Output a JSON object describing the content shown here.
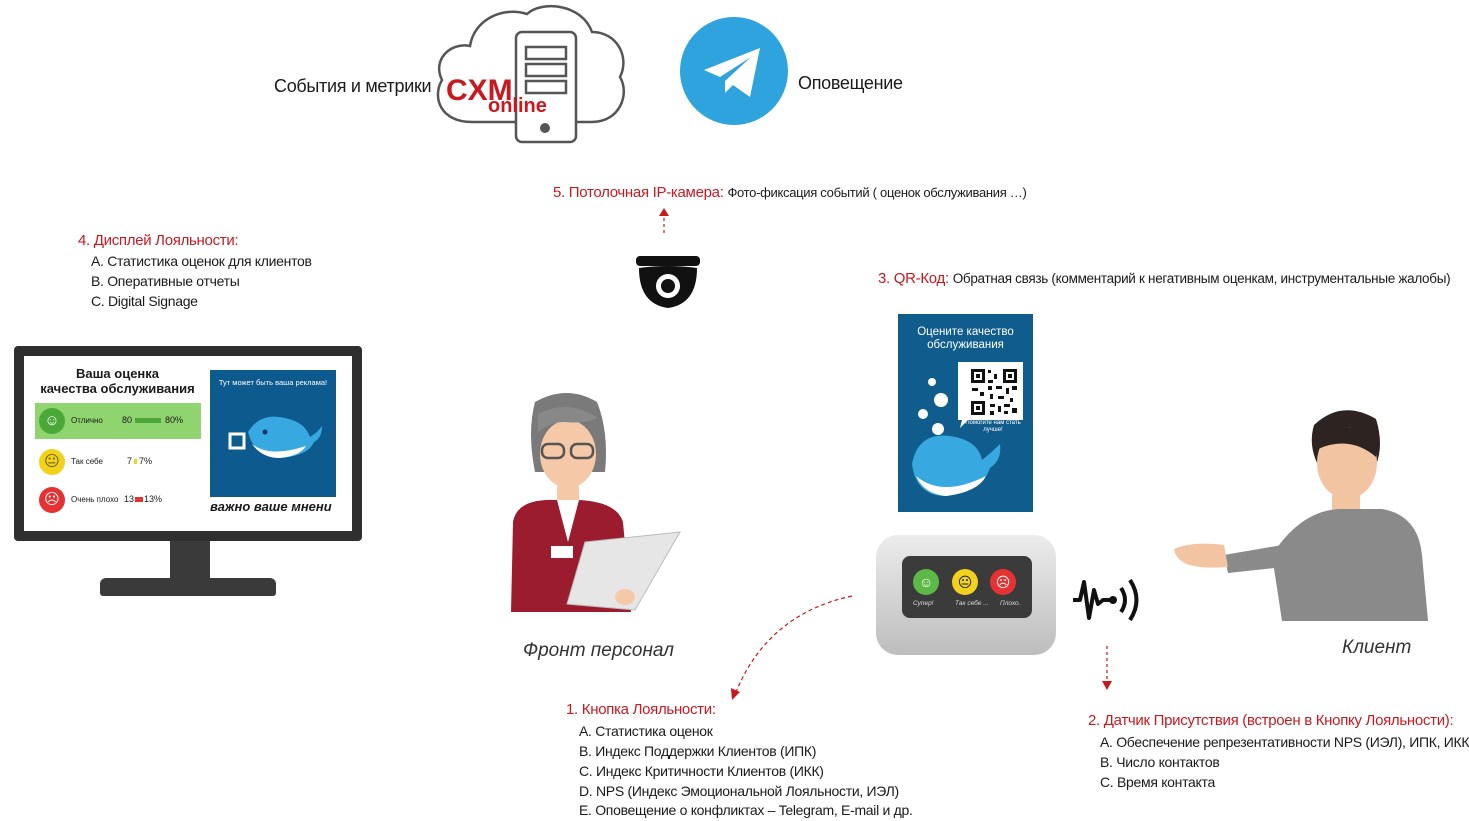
{
  "top": {
    "events_label": "События и метрики",
    "logo_main": "CXM",
    "logo_sub": "online",
    "notify_label": "Оповещение"
  },
  "camera": {
    "title": "5. Потолочная IP-камера:",
    "desc": "Фото-фиксация событий ( оценок обслуживания …)"
  },
  "display": {
    "title": "4. Дисплей Лояльности:",
    "items": [
      "A. Статистика оценок для клиентов",
      "B. Оперативные отчеты",
      "C. Digital Signage"
    ],
    "screen_title_1": "Ваша оценка",
    "screen_title_2": "качества обслуживания",
    "ratings": [
      {
        "label": "Отлично",
        "count": "80",
        "percent": "80%"
      },
      {
        "label": "Так себе",
        "count": "7",
        "percent": "7%"
      },
      {
        "label": "Очень плохо",
        "count": "13",
        "percent": "13%"
      }
    ],
    "ad_text": "Тут может быть ваша реклама!",
    "ticker": "важно ваше мнени"
  },
  "qr": {
    "title": "3. QR-Код:",
    "desc": "Обратная связь (комментарий к негативным оценкам, инструментальные жалобы)",
    "poster_title_1": "Оцените качество",
    "poster_title_2": "обслуживания",
    "poster_help": "Помогите нам стать лучше!"
  },
  "staff_label": "Фронт персонал",
  "client_label": "Клиент",
  "device": {
    "btn_labels": [
      "Супер!",
      "Так себе ...",
      "Плохо."
    ]
  },
  "button": {
    "title": "1. Кнопка Лояльности:",
    "items": [
      "A.  Статистика оценок",
      "B. Индекс Поддержки Клиентов (ИПК)",
      "C. Индекс Критичности Клиентов (ИКК)",
      "D. NPS (Индекс Эмоциональной Лояльности, ИЭЛ)",
      "E. Оповещение о конфликтах – Telegram, E-mail и др."
    ]
  },
  "sensor": {
    "title": "2. Датчик Присутствия (встроен в Кнопку Лояльности):",
    "items": [
      "A. Обеспечение репрезентативности NPS (ИЭЛ), ИПК, ИКК",
      "B. Число контактов",
      "C. Время контакта"
    ]
  },
  "colors": {
    "accent_red": "#c8191f",
    "telegram_blue": "#2fa3de",
    "poster_blue": "#0f5c8d",
    "good_green": "#5cb947",
    "meh_yellow": "#f2d21d",
    "bad_red": "#e63232"
  }
}
